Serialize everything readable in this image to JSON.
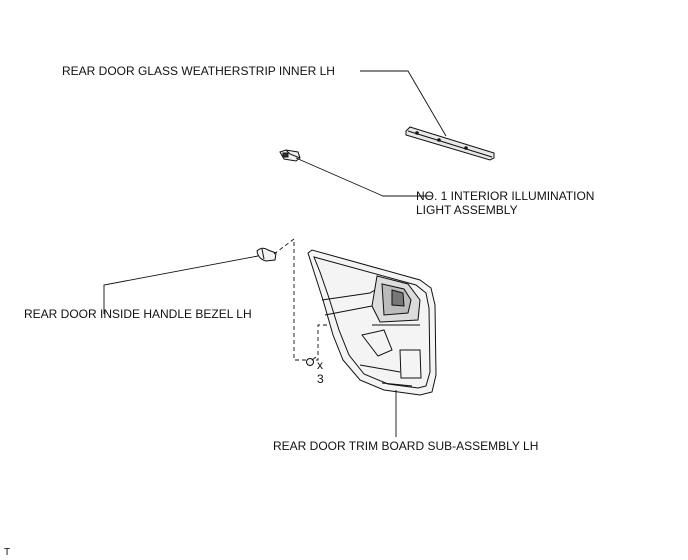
{
  "labels": {
    "weatherstrip": "REAR DOOR GLASS WEATHERSTRIP INNER LH",
    "illumination_line1": "NO. 1 INTERIOR ILLUMINATION",
    "illumination_line2": "LIGHT ASSEMBLY",
    "bezel": "REAR DOOR INSIDE HANDLE BEZEL LH",
    "trim_board": "REAR DOOR TRIM BOARD SUB-ASSEMBLY LH",
    "clip_multiplier": "x",
    "clip_count": "3",
    "corner_mark": "T"
  }
}
